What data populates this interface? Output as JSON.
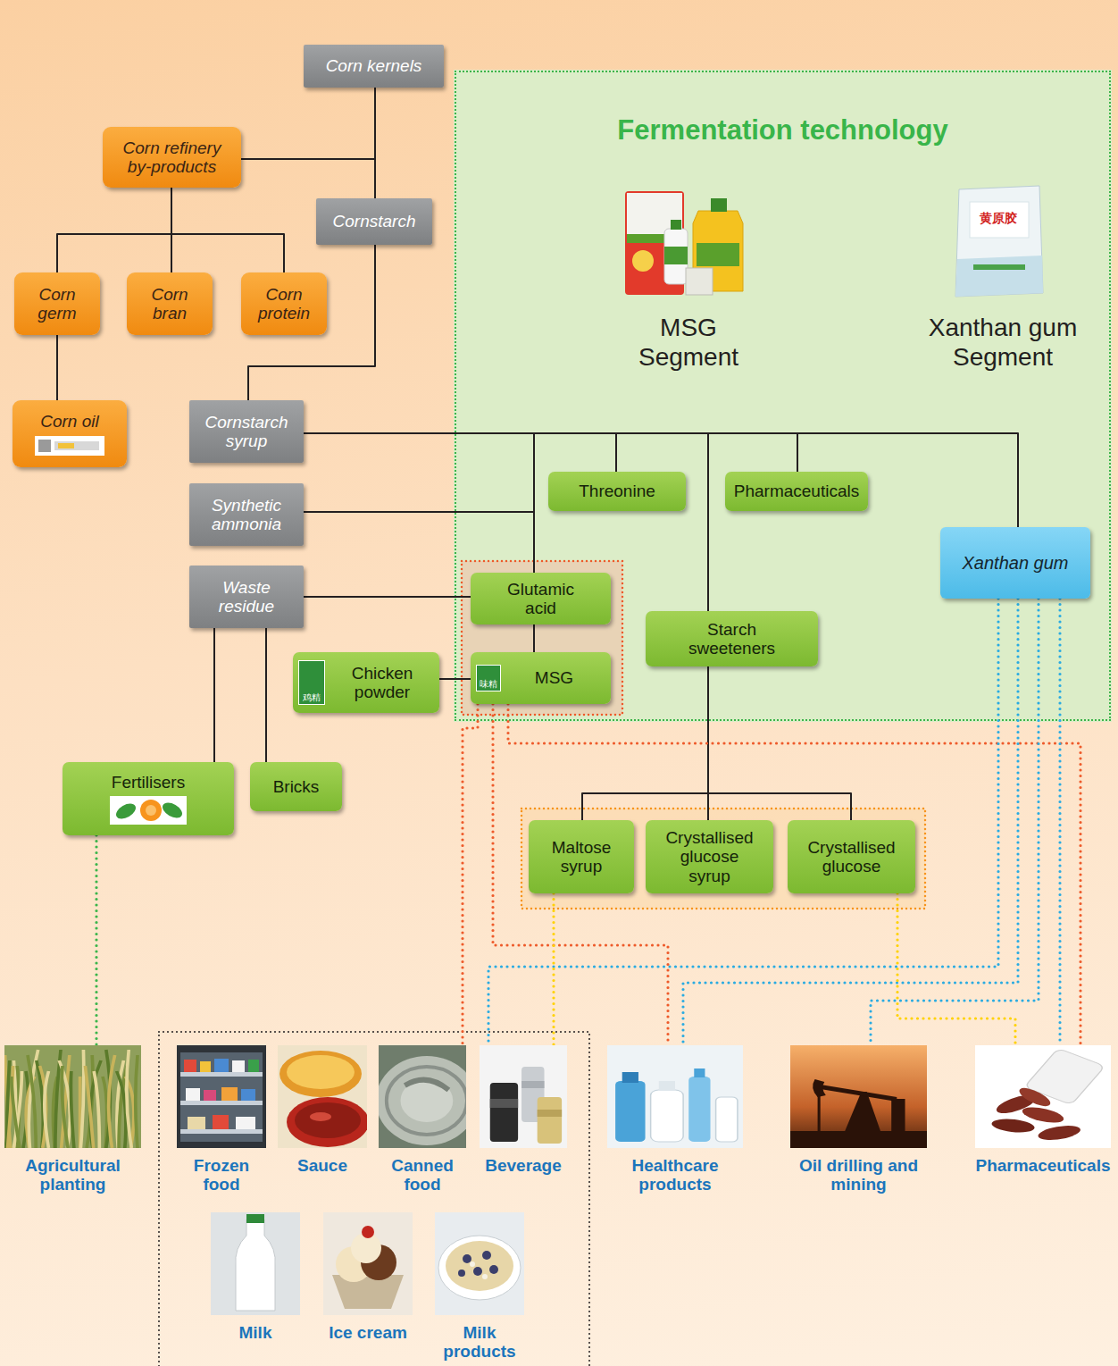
{
  "diagram": {
    "nodes": [
      {
        "text": [
          "Corn kernels"
        ]
      },
      {
        "text": [
          "Fermentation technology"
        ]
      },
      {
        "text": [
          "Corn refinery by-products"
        ]
      },
      {
        "text": [
          "Cornstarch"
        ]
      },
      {
        "text": [
          "Corn germ"
        ]
      },
      {
        "text": [
          "Corn bran"
        ]
      },
      {
        "text": [
          "Corn protein"
        ]
      },
      {
        "text": [
          "Corn oil"
        ]
      },
      {
        "text": [
          "Cornstarch syrup"
        ]
      },
      {
        "text": [
          "Threonine"
        ],
        "in": 1
      },
      {
        "text": [
          "Pharmaceuticals"
        ],
        "in": 1
      },
      {
        "text": [
          "Synthetic ammonia"
        ]
      },
      {
        "text": [
          "Xanthan gum"
        ],
        "in": 1
      },
      {
        "text": [
          "Waste residue"
        ]
      },
      {
        "text": [
          "Glutamic acid"
        ],
        "in": 1
      },
      {
        "text": [
          "Starch sweeteners"
        ],
        "in": 1
      },
      {
        "text": [
          "Chicken powder"
        ]
      },
      {
        "text": [
          "MSG"
        ],
        "in": 1
      },
      {
        "text": [
          "Fertilisers"
        ]
      },
      {
        "text": [
          "Bricks"
        ]
      },
      {
        "text": [
          "Maltose syrup"
        ]
      },
      {
        "text": [
          "Crystallised glucose syrup"
        ]
      },
      {
        "text": [
          "Crystallised glucose"
        ]
      },
      {
        "text": [
          "Agricultural planting"
        ]
      },
      {
        "text": [
          "Frozen food"
        ]
      },
      {
        "text": [
          "Sauce"
        ]
      },
      {
        "text": [
          "Canned food"
        ]
      },
      {
        "text": [
          "Beverage"
        ]
      },
      {
        "text": [
          "Healthcare products"
        ]
      },
      {
        "text": [
          "Oil drilling and mining"
        ]
      },
      {
        "text": [
          "Pharmaceuticals"
        ]
      },
      {
        "text": [
          "Milk"
        ]
      },
      {
        "text": [
          "Ice cream"
        ]
      },
      {
        "text": [
          "Milk products"
        ]
      }
    ],
    "edges": [
      {
        "from": 0,
        "to": 2,
        "arrow": "none"
      },
      {
        "from": 0,
        "to": 3,
        "arrow": "none"
      },
      {
        "from": 2,
        "to": 4,
        "arrow": "none"
      },
      {
        "from": 2,
        "to": 5,
        "arrow": "none"
      },
      {
        "from": 2,
        "to": 6,
        "arrow": "none"
      },
      {
        "from": 4,
        "to": 7,
        "arrow": "none"
      },
      {
        "from": 3,
        "to": 8,
        "arrow": "none"
      },
      {
        "from": 8,
        "to": 14,
        "arrow": "none"
      },
      {
        "from": 8,
        "to": 9,
        "arrow": "none"
      },
      {
        "from": 8,
        "to": 15,
        "arrow": "none"
      },
      {
        "from": 8,
        "to": 10,
        "arrow": "none"
      },
      {
        "from": 8,
        "to": 12,
        "arrow": "none"
      },
      {
        "from": 11,
        "to": 14,
        "arrow": "none"
      },
      {
        "from": 14,
        "to": 13,
        "arrow": "none"
      },
      {
        "from": 14,
        "to": 17,
        "arrow": "none"
      },
      {
        "from": 17,
        "to": 16,
        "arrow": "none"
      },
      {
        "from": 13,
        "to": 18,
        "arrow": "none"
      },
      {
        "from": 13,
        "to": 19,
        "arrow": "none"
      },
      {
        "from": 15,
        "to": 20,
        "arrow": "none"
      },
      {
        "from": 15,
        "to": 21,
        "arrow": "none"
      },
      {
        "from": 15,
        "to": 22,
        "arrow": "none"
      },
      {
        "from": 18,
        "to": 23,
        "arrow": "none"
      },
      {
        "from": 17,
        "to": 26,
        "arrow": "none"
      },
      {
        "from": 17,
        "to": 28,
        "arrow": "none"
      },
      {
        "from": 17,
        "to": 30,
        "arrow": "none"
      },
      {
        "from": 12,
        "to": 27,
        "arrow": "none"
      },
      {
        "from": 12,
        "to": 28,
        "arrow": "none"
      },
      {
        "from": 12,
        "to": 29,
        "arrow": "none"
      },
      {
        "from": 12,
        "to": 30,
        "arrow": "none"
      },
      {
        "from": 20,
        "to": 27,
        "arrow": "none"
      },
      {
        "from": 22,
        "to": 30,
        "arrow": "none"
      }
    ],
    "labels": [
      "黄原胶",
      "MSG Segment",
      "Xanthan gum Segment",
      "鸡精",
      "味精"
    ]
  }
}
